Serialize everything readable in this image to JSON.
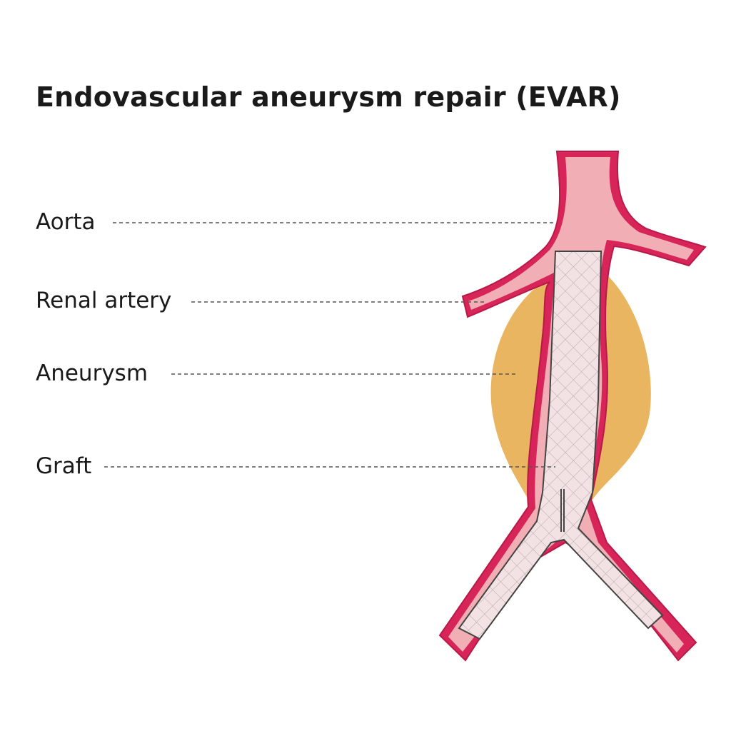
{
  "title": "Endovascular aneurysm repair (EVAR)",
  "labels": {
    "aorta": "Aorta",
    "renal_artery": "Renal artery",
    "aneurysm": "Aneurysm",
    "graft": "Graft"
  },
  "colors": {
    "vessel_wall": "#d7255a",
    "vessel_lumen": "#f2aeb5",
    "aneurysm_sac": "#e9b560",
    "graft_fill": "#f3e2e3",
    "graft_mesh": "#b9a8aa",
    "leader_line": "#555555"
  }
}
